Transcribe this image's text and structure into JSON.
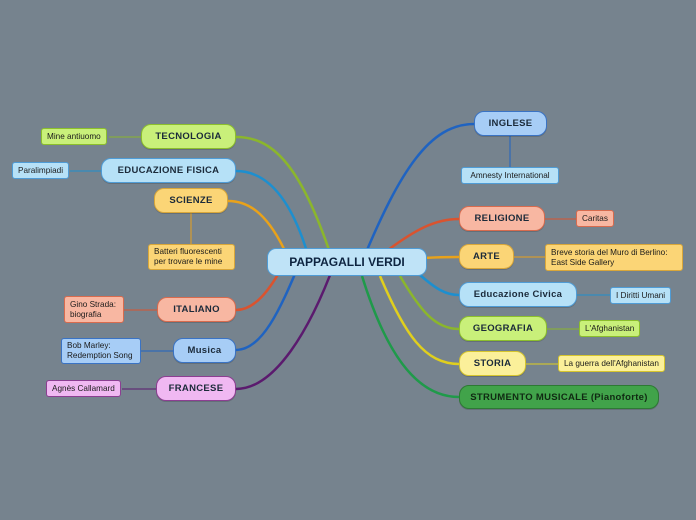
{
  "central": {
    "label": "PAPPAGALLI VERDI"
  },
  "colors": {
    "background": "#76838e",
    "tecnologia": "#8bb62c",
    "educazione_fisica": "#1d8fcf",
    "scienze": "#e9a21a",
    "italiano": "#d9532f",
    "musica": "#1f63c1",
    "francese": "#5b1a6e",
    "inglese": "#1f63c1",
    "religione": "#d9532f",
    "arte": "#e9a21a",
    "educazione_civica": "#1d8fcf",
    "geografia": "#8bb62c",
    "storia": "#e0cf1d",
    "strumento": "#1f9a4a"
  },
  "left_branches": [
    {
      "label": "TECNOLOGIA",
      "sub": "Mine antiuomo"
    },
    {
      "label": "EDUCAZIONE FISICA",
      "sub": "Paralimpiadi"
    },
    {
      "label": "SCIENZE",
      "sub": "Batteri fluorescenti per trovare le mine"
    },
    {
      "label": "ITALIANO",
      "sub": "Gino Strada: biografia"
    },
    {
      "label": "Musica",
      "sub": "Bob Marley: Redemption Song"
    },
    {
      "label": "FRANCESE",
      "sub": "Agnès Callamard"
    }
  ],
  "right_branches": [
    {
      "label": "INGLESE",
      "sub": "Amnesty International"
    },
    {
      "label": "RELIGIONE",
      "sub": "Caritas"
    },
    {
      "label": "ARTE",
      "sub": "Breve storia del Muro di Berlino: East Side Gallery"
    },
    {
      "label": "Educazione Civica",
      "sub": "I Diritti Umani"
    },
    {
      "label": "GEOGRAFIA",
      "sub": "L'Afghanistan"
    },
    {
      "label": "STORIA",
      "sub": "La guerra dell'Afghanistan"
    },
    {
      "label": "STRUMENTO MUSICALE (Pianoforte)"
    }
  ]
}
